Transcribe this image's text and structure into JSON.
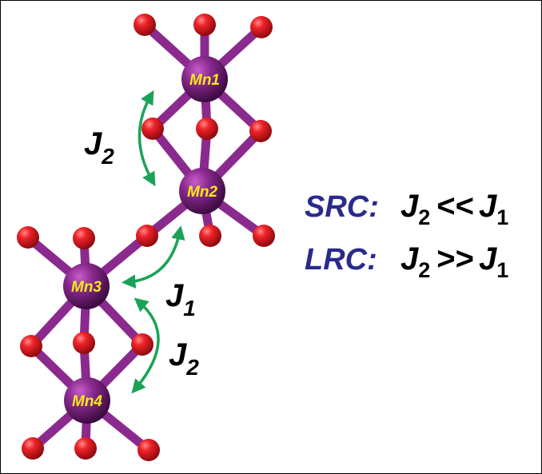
{
  "colors": {
    "oxygen": "#e0141b",
    "manganese": "#7a1f7e",
    "bond_purple": "#8b2a8e",
    "bond_red": "#c0161d",
    "arrow": "#1aa356",
    "mn_label": "#f6ea18",
    "relation_prefix": "#2a2a8c"
  },
  "atoms": {
    "mn1": "Mn1",
    "mn2": "Mn2",
    "mn3": "Mn3",
    "mn4": "Mn4"
  },
  "couplings": {
    "top": {
      "symbol": "J",
      "sub": "2"
    },
    "middle": {
      "symbol": "J",
      "sub": "1"
    },
    "bottom": {
      "symbol": "J",
      "sub": "2"
    }
  },
  "relations": [
    {
      "prefix": "SRC:",
      "left_symbol": "J",
      "left_sub": "2",
      "operator": "<<",
      "right_symbol": "J",
      "right_sub": "1"
    },
    {
      "prefix": "LRC:",
      "left_symbol": "J",
      "left_sub": "2",
      "operator": ">>",
      "right_symbol": "J",
      "right_sub": "1"
    }
  ]
}
